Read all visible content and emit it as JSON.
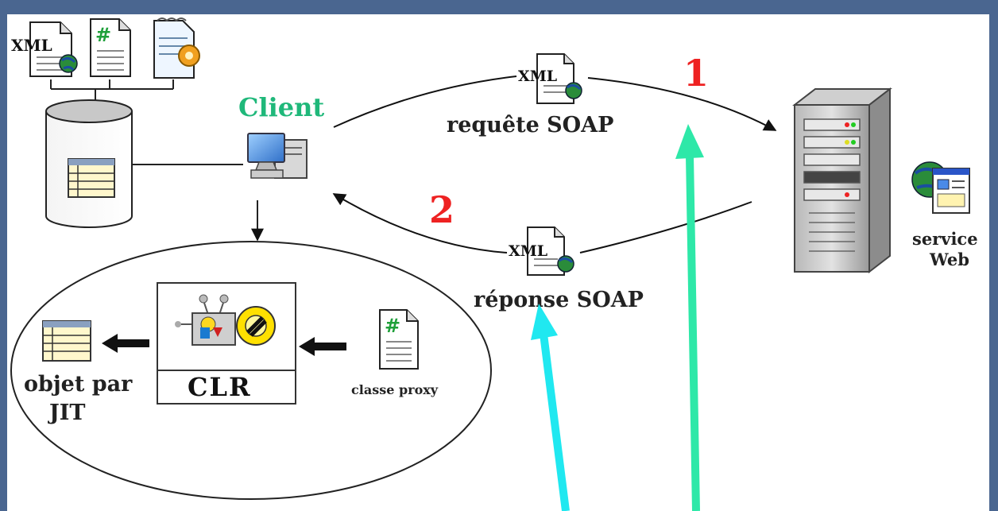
{
  "labels": {
    "client": "Client",
    "request": "requête SOAP",
    "response": "réponse SOAP",
    "service_line1": "service",
    "service_line2": "Web",
    "clr": "CLR",
    "object_line1": "objet par",
    "object_line2": "JIT",
    "proxy": "classe proxy",
    "step1": "1",
    "step2": "2",
    "xml": "XML"
  },
  "colors": {
    "frame": "#4a6690",
    "step_numbers": "#ee2222",
    "client_label": "#1fb87a",
    "arrow_green": "#2ee8a8",
    "arrow_cyan": "#20e8f0"
  },
  "icons": [
    "xml-document-icon",
    "csharp-document-icon",
    "config-document-icon",
    "database-icon",
    "table-icon",
    "computer-icon",
    "server-icon",
    "web-service-icon",
    "clr-engine-icon"
  ]
}
